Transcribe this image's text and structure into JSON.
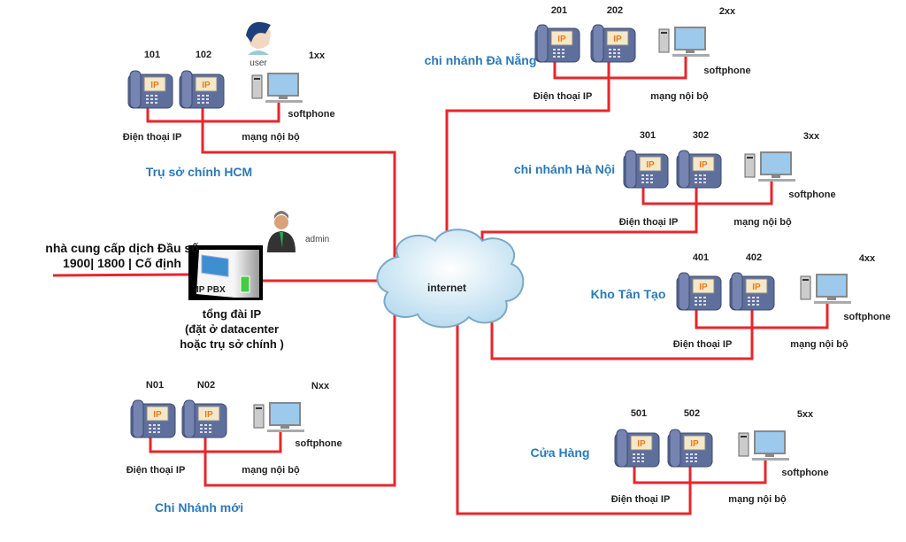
{
  "colors": {
    "wire": "#e8262b",
    "title": "#2a7ab8",
    "phone": "#5f6f9c",
    "screen_label": "#e87a1e"
  },
  "cloud": {
    "label": "internet"
  },
  "pbx": {
    "box_label": "IP PBX",
    "caption": [
      "tổng đài IP",
      "(đặt ở datacenter",
      "hoặc trụ sở chính )"
    ],
    "admin_label": "admin"
  },
  "provider": {
    "lines": [
      "nhà cung cấp dịch Đầu số",
      "1900| 1800 | Cố định"
    ]
  },
  "sites": [
    {
      "title": "Trụ sở chính HCM",
      "phones": [
        "101",
        "102"
      ],
      "range": "1xx",
      "softphone": "softphone",
      "phone_caption": "Điện thoại IP",
      "lan": "mạng nội bộ",
      "user_label": "user"
    },
    {
      "title": "chi nhánh Đà Nẵng",
      "phones": [
        "201",
        "202"
      ],
      "range": "2xx",
      "softphone": "softphone",
      "phone_caption": "Điện thoại IP",
      "lan": "mạng nội bộ"
    },
    {
      "title": "chi nhánh Hà Nội",
      "phones": [
        "301",
        "302"
      ],
      "range": "3xx",
      "softphone": "softphone",
      "phone_caption": "Điện thoại IP",
      "lan": "mạng nội bộ"
    },
    {
      "title": "Kho Tân Tạo",
      "phones": [
        "401",
        "402"
      ],
      "range": "4xx",
      "softphone": "softphone",
      "phone_caption": "Điện thoại IP",
      "lan": "mạng nội bộ"
    },
    {
      "title": "Cửa Hàng",
      "phones": [
        "501",
        "502"
      ],
      "range": "5xx",
      "softphone": "softphone",
      "phone_caption": "Điện thoại IP",
      "lan": "mạng nội bộ"
    },
    {
      "title": "Chi Nhánh mới",
      "phones": [
        "N01",
        "N02"
      ],
      "range": "Nxx",
      "softphone": "softphone",
      "phone_caption": "Điện thoại IP",
      "lan": "mạng nội bộ"
    }
  ],
  "phone_screen_label": "IP"
}
